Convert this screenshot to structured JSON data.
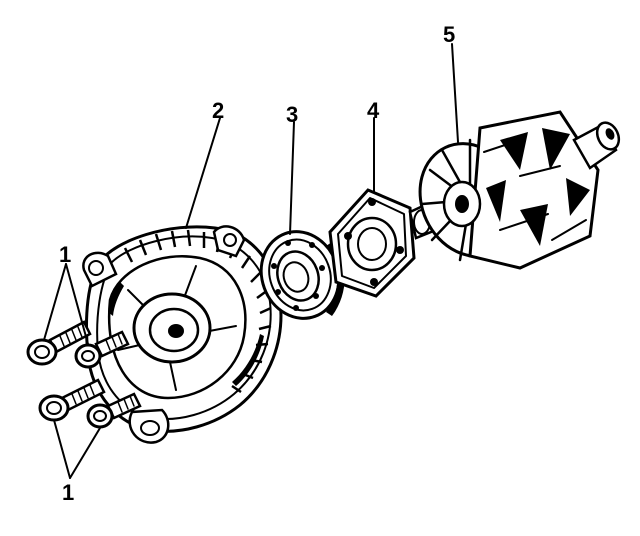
{
  "callouts": {
    "bolts_upper": "1",
    "bolts_lower": "1",
    "housing": "2",
    "bearing": "3",
    "retainer": "4",
    "rotor": "5"
  }
}
